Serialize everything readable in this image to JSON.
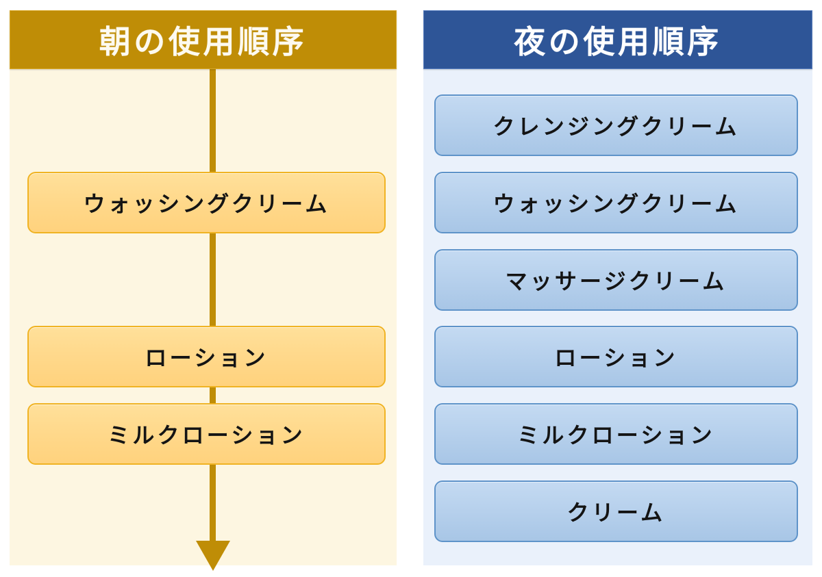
{
  "diagram": {
    "title_note": "skincare usage order flowchart",
    "panels": [
      {
        "id": "morning",
        "header": "朝の使用順序",
        "header_color": "#bf8d06",
        "panel_color": "#fdf6e1",
        "box_color": "#ffd98c",
        "box_border_color": "#f0b323",
        "arrow_icon": "down-arrow-icon",
        "steps": [
          {
            "label": "ウォッシングクリーム",
            "row": 2
          },
          {
            "label": "ローション",
            "row": 4
          },
          {
            "label": "ミルクローション",
            "row": 5
          }
        ]
      },
      {
        "id": "night",
        "header": "夜の使用順序",
        "header_color": "#2e5597",
        "panel_color": "#eaf1fb",
        "box_color": "#b6d0ec",
        "box_border_color": "#5e93c9",
        "arrow_icon": "down-arrow-icon",
        "steps": [
          {
            "label": "クレンジングクリーム",
            "row": 1
          },
          {
            "label": "ウォッシングクリーム",
            "row": 2
          },
          {
            "label": "マッサージクリーム",
            "row": 3
          },
          {
            "label": "ローション",
            "row": 4
          },
          {
            "label": "ミルクローション",
            "row": 5
          },
          {
            "label": "クリーム",
            "row": 6
          }
        ]
      }
    ]
  }
}
